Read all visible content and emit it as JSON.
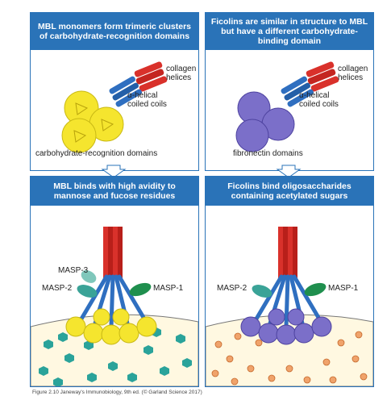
{
  "panels": {
    "top_left": {
      "title": "MBL monomers form trimeric clusters of carbohydrate-recognition domains",
      "label_collagen": "collagen helices",
      "label_coil": "α-helical coiled coils",
      "label_domain": "carbohydrate-recognition domains"
    },
    "top_right": {
      "title": "Ficolins are similar in structure to MBL but have a different carbohydrate-binding domain",
      "label_collagen": "collagen helices",
      "label_coil": "α-helical coiled coils",
      "label_domain": "fibronectin domains"
    },
    "bottom_left": {
      "title": "MBL binds with high avidity to mannose and fucose residues",
      "label_masp3": "MASP-3",
      "label_masp2": "MASP-2",
      "label_masp1": "MASP-1"
    },
    "bottom_right": {
      "title": "Ficolins bind oligosaccharides containing acetylated sugars",
      "label_masp2": "MASP-2",
      "label_masp1": "MASP-1"
    }
  },
  "caption": "Figure 2.10 Janeway's Immunobiology, 9th ed. (© Garland Science 2017)",
  "colors": {
    "header_blue": "#2a73b8",
    "mbl_yellow": "#f5e52e",
    "ficolin_purple": "#7b6fc9",
    "collagen_red": "#d9312b",
    "coil_blue": "#2f6fc0",
    "masp_teal": "#3aa397",
    "masp_green": "#1f8f4e",
    "surface_cream": "#fff8e1",
    "sugar_teal": "#2aa39a",
    "sugar_orange": "#f0a36b"
  }
}
